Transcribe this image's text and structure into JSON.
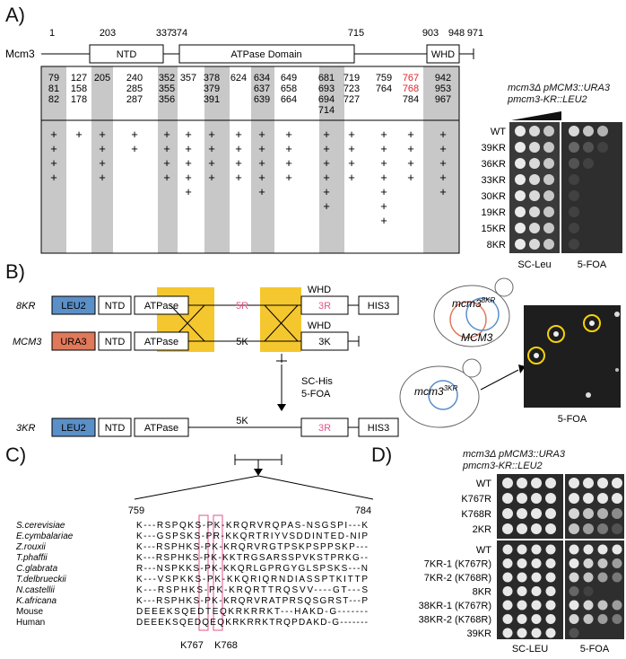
{
  "panels": {
    "A": "A)",
    "B": "B)",
    "C": "C)",
    "D": "D)"
  },
  "panelA": {
    "protein": "Mcm3",
    "positions": [
      "1",
      "203",
      "337",
      "374",
      "715",
      "903",
      "948",
      "971"
    ],
    "domains": [
      "NTD",
      "ATPase Domain",
      "WHD"
    ],
    "columns": [
      [
        "79",
        "81",
        "82"
      ],
      [
        "127",
        "158",
        "178"
      ],
      [
        "205"
      ],
      [
        "240",
        "285",
        "287"
      ],
      [
        "352",
        "355",
        "356"
      ],
      [
        "357"
      ],
      [
        "378",
        "379",
        "391"
      ],
      [
        "624"
      ],
      [
        "634",
        "637",
        "639"
      ],
      [
        "649",
        "658",
        "664"
      ],
      [
        "681",
        "693",
        "694",
        "714"
      ],
      [
        "719",
        "723",
        "727"
      ],
      [
        "759",
        "764"
      ],
      [
        "767",
        "768",
        "784"
      ],
      [
        "942",
        "953",
        "967"
      ]
    ],
    "red_residues": [
      "767",
      "768"
    ],
    "plus": "+",
    "plus_counts": [
      4,
      1,
      4,
      2,
      4,
      5,
      4,
      4,
      5,
      4,
      6,
      4,
      7,
      4,
      5
    ],
    "spot_title_1": "mcm3Δ pMCM3::URA3",
    "spot_title_2": "pmcm3-KR::LEU2",
    "strains": [
      "WT",
      "39KR",
      "36KR",
      "33KR",
      "30KR",
      "19KR",
      "15KR",
      "8KR"
    ],
    "media": [
      "SC-Leu",
      "5-FOA"
    ]
  },
  "panelB": {
    "row1_label": "8KR",
    "row2_label": "MCM3",
    "row3_label": "3KR",
    "leu2": "LEU2",
    "ura3": "URA3",
    "ntd": "NTD",
    "atpase": "ATPase",
    "whd": "WHD",
    "his3": "HIS3",
    "five_r": "5R",
    "three_r": "3R",
    "five_k": "5K",
    "three_k": "3K",
    "selection_1": "SC-His",
    "selection_2": "5-FOA",
    "cell1_top": "mcm3",
    "cell1_sup": "8KR",
    "cell1_bottom": "MCM3",
    "cell2": "mcm3",
    "cell2_sup": "3KR",
    "plate_label": "5-FOA"
  },
  "panelC": {
    "start": "759",
    "end": "784",
    "species": [
      "S.cerevisiae",
      "E.cymbalariae",
      "Z.rouxii",
      "T.phaffii",
      "C.glabrata",
      "T.delbrueckii",
      "N.castellii",
      "K.africana",
      "Mouse",
      "Human"
    ],
    "sequences": [
      "K---RSPQKS-PK-KRQRVRQPAS-NSGSPI---K",
      "K---GSPSKS-PR-KKQRTRIYVSDDINTED-NIP",
      "K---RSPHKS-PK-KRQRVRGTPSKPSPPSKP---",
      "K---RSPHKS-PK-KKTRGSARSSPVKSTPRKG--",
      "R---NSPKKS-PK-KKQRLGPRGYGLSPSKS---N",
      "K---VSPKKS-PK-KKQRIQRNDIASSPTKITTP",
      "K---RSPHKS-PK-KRQRTTRQSVV----GT---S",
      "K---RSPHKS-PK-KRQRVRATPRSQSGRST---P",
      "DEEEKSQEDTEQKRKRRKT---HAKD-G-------",
      "DEEEKSQEDQEQKRKRRKTRQPDAKD-G-------"
    ],
    "labels": [
      "K767",
      "K768"
    ]
  },
  "panelD": {
    "title_1": "mcm3Δ pMCM3::URA3",
    "title_2": "pmcm3-KR::LEU2",
    "top_strains": [
      "WT",
      "K767R",
      "K768R",
      "2KR"
    ],
    "bottom_strains": [
      "WT",
      "7KR-1 (K767R)",
      "7KR-2 (K768R)",
      "8KR",
      "38KR-1 (K767R)",
      "38KR-2 (K768R)",
      "39KR"
    ],
    "media": [
      "SC-LEU",
      "5-FOA"
    ]
  },
  "colors": {
    "leu2": "#5b8fc7",
    "ura3": "#e0785a",
    "highlight": "#f5c72e",
    "red": "#e2232a",
    "gray": "#c8c8c8",
    "pink": "#e0548a"
  }
}
